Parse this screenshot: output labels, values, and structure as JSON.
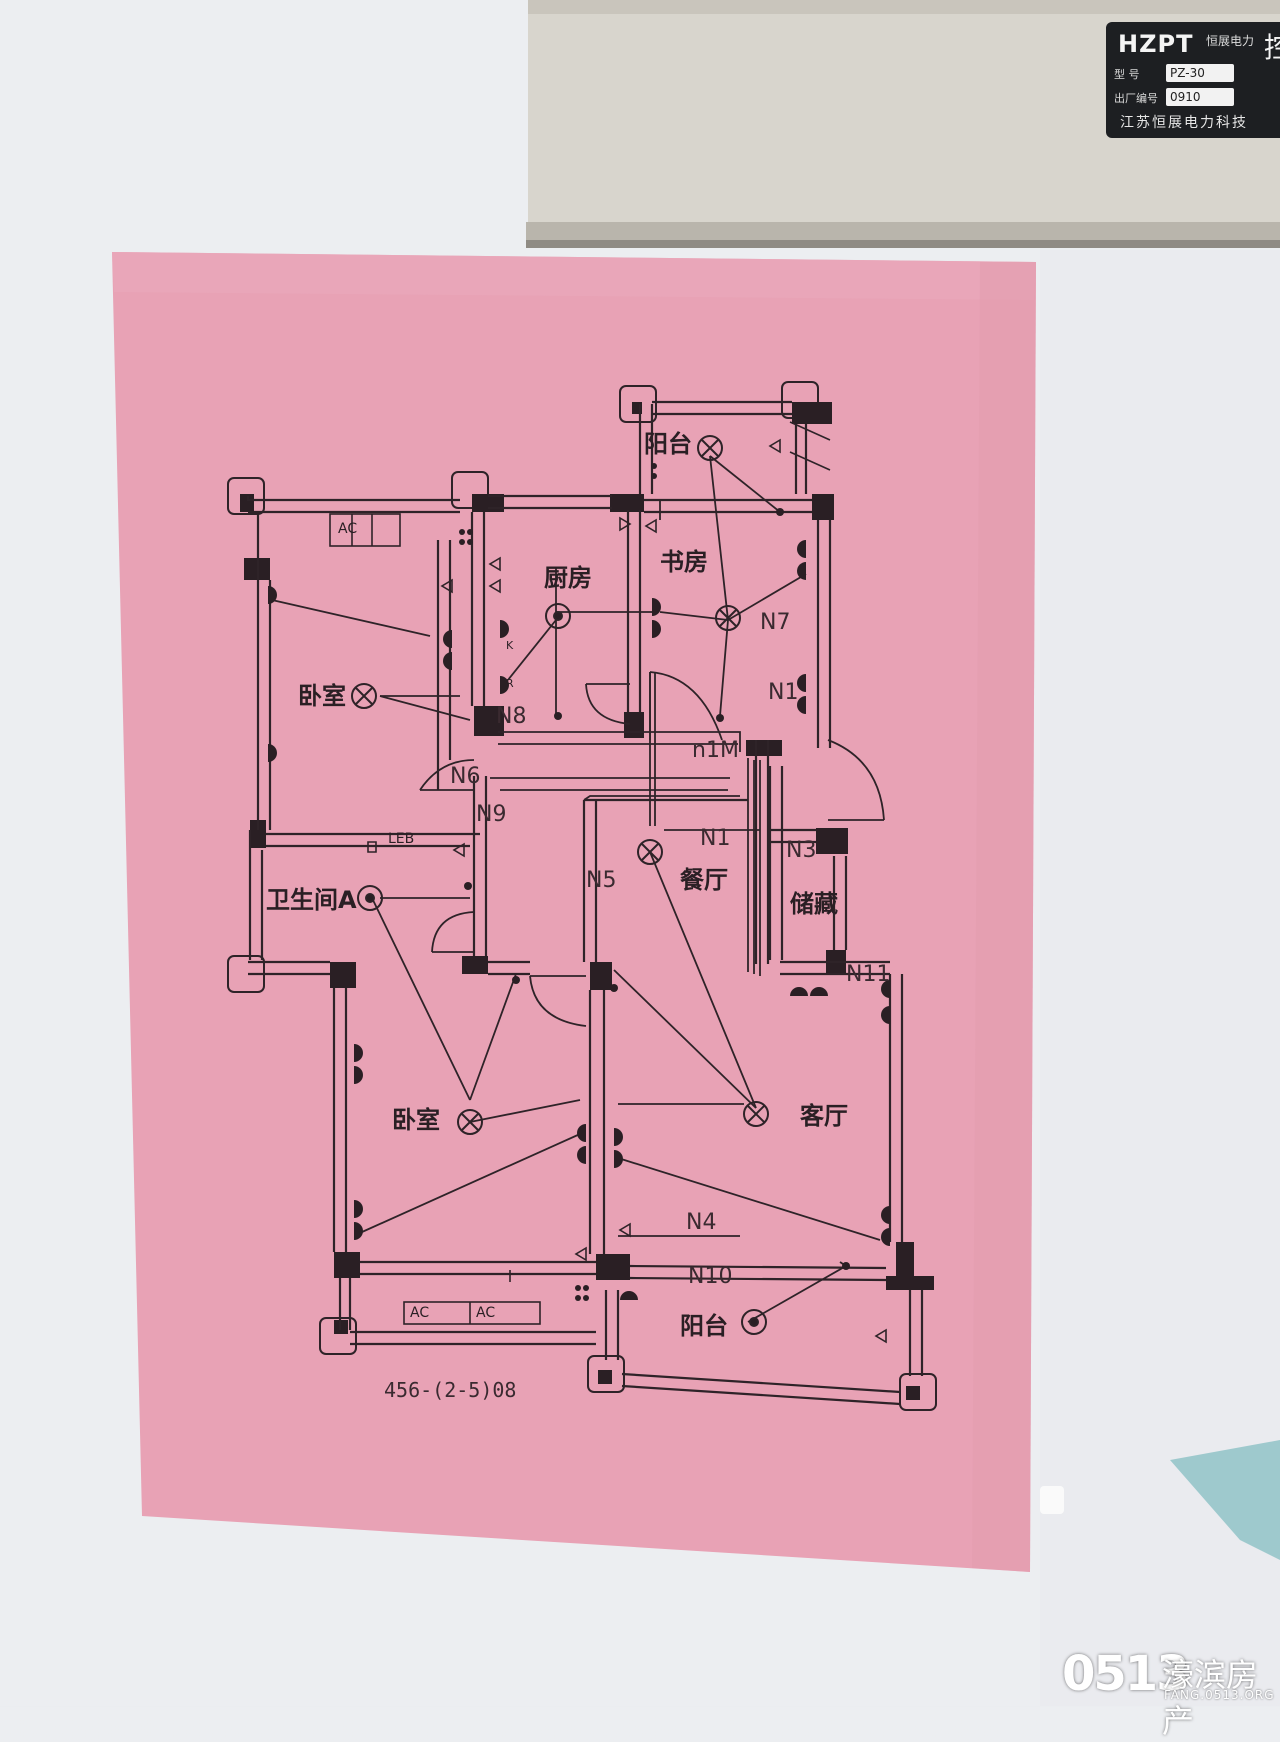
{
  "meter": {
    "brand": "HZPT",
    "brand_sub": "恒展电力",
    "char": "控",
    "model_label": "型  号",
    "model_value": "PZ-30",
    "serial_label": "出厂编号",
    "serial_value": "0910",
    "company": "江苏恒展电力科技"
  },
  "plan": {
    "rooms": {
      "balcony_top": "阳台",
      "kitchen": "厨房",
      "study": "书房",
      "bedroom_top": "卧室",
      "bathroom": "卫生间A",
      "dining": "餐厅",
      "storage": "储藏",
      "bedroom_bottom": "卧室",
      "living": "客厅",
      "balcony_bottom": "阳台"
    },
    "circuits": {
      "n1": "N1",
      "n1m": "n1M",
      "n3": "N3",
      "n4": "N4",
      "n5": "N5",
      "n6": "N6",
      "n7": "N7",
      "n8": "N8",
      "n9": "N9",
      "n10": "N10",
      "n11": "N11",
      "n1b": "N1"
    },
    "ac1": "AC",
    "ac2": "AC",
    "ac3": "AC",
    "fan_label": "LEB",
    "socket_k": "K",
    "socket_r": "R",
    "drawing_number": "456-(2-5)08"
  },
  "watermark": {
    "logo": "0513",
    "name": "濠滨房产",
    "url": "FANG.0513.ORG"
  },
  "colors": {
    "paper": "#e9a3b6",
    "wall": "#f0f1f4",
    "ink": "#2a1f24",
    "meter_housing": "#d6d3cb"
  }
}
